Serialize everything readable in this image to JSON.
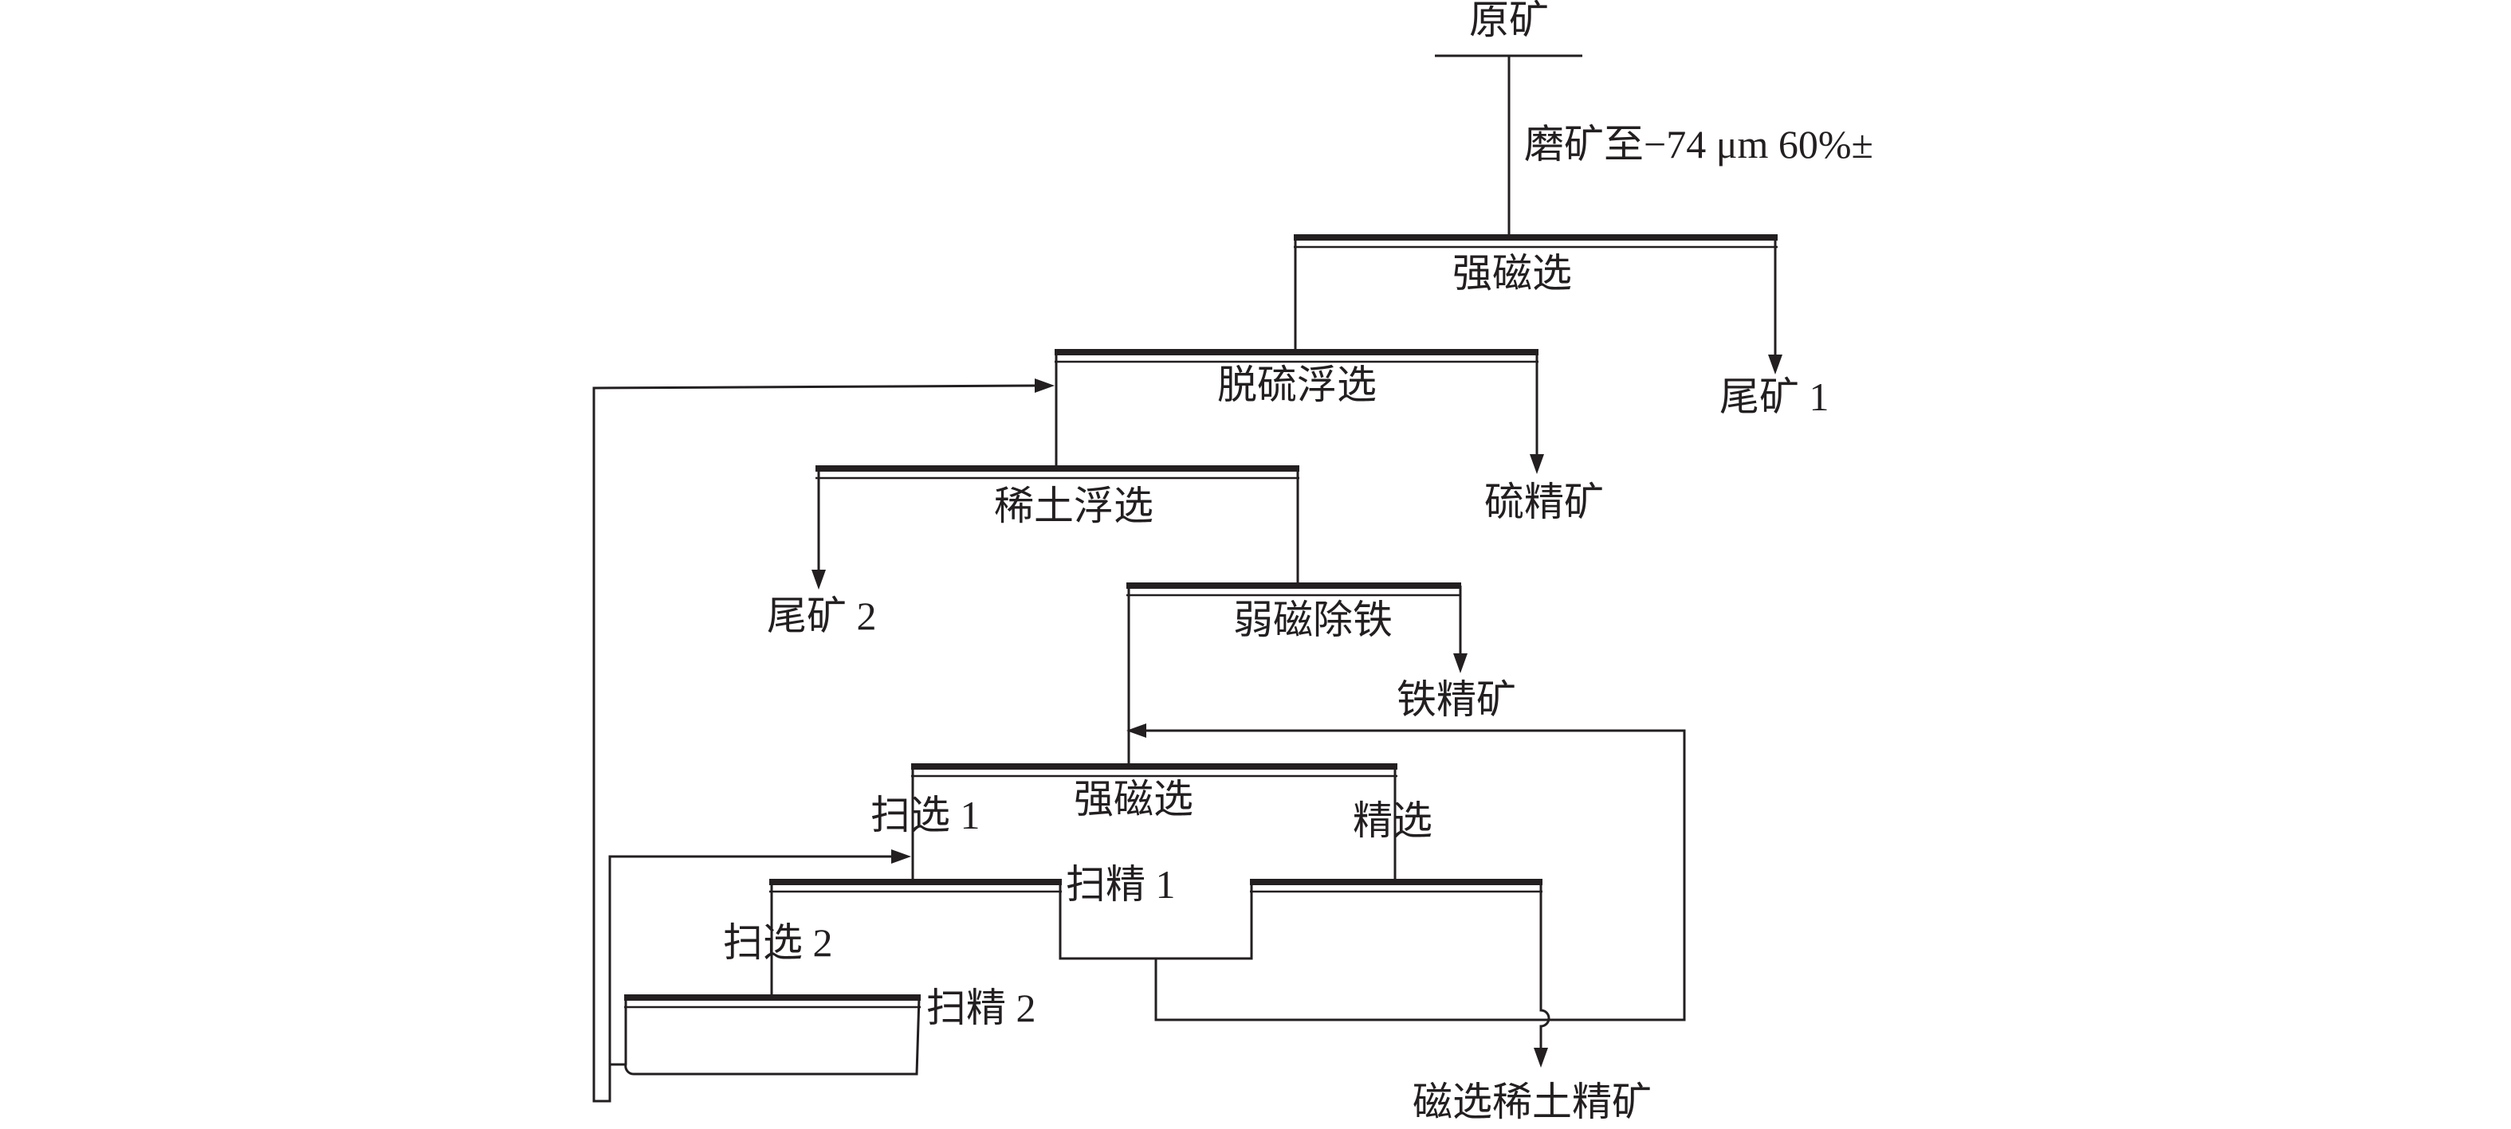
{
  "diagram": {
    "type": "mineral-processing-flowsheet",
    "labels": {
      "feed": "原矿",
      "grinding": "磨矿至−74 μm 60%±",
      "strong_magnetic_1": "强磁选",
      "tailings_1": "尾矿 1",
      "desulfur_flotation": "脱硫浮选",
      "sulfur_concentrate": "硫精矿",
      "ree_flotation": "稀土浮选",
      "tailings_2": "尾矿 2",
      "weak_magnetic_iron_removal": "弱磁除铁",
      "iron_concentrate": "铁精矿",
      "strong_magnetic_2": "强磁选",
      "scavenging_1": "扫选 1",
      "cleaning": "精选",
      "scavenging_cleaning_1": "扫精 1",
      "scavenging_2": "扫选 2",
      "scavenging_cleaning_2": "扫精 2",
      "magnetic_ree_concentrate": "磁选稀土精矿"
    },
    "colors": {
      "line": "#231f20",
      "background": "#ffffff"
    }
  }
}
